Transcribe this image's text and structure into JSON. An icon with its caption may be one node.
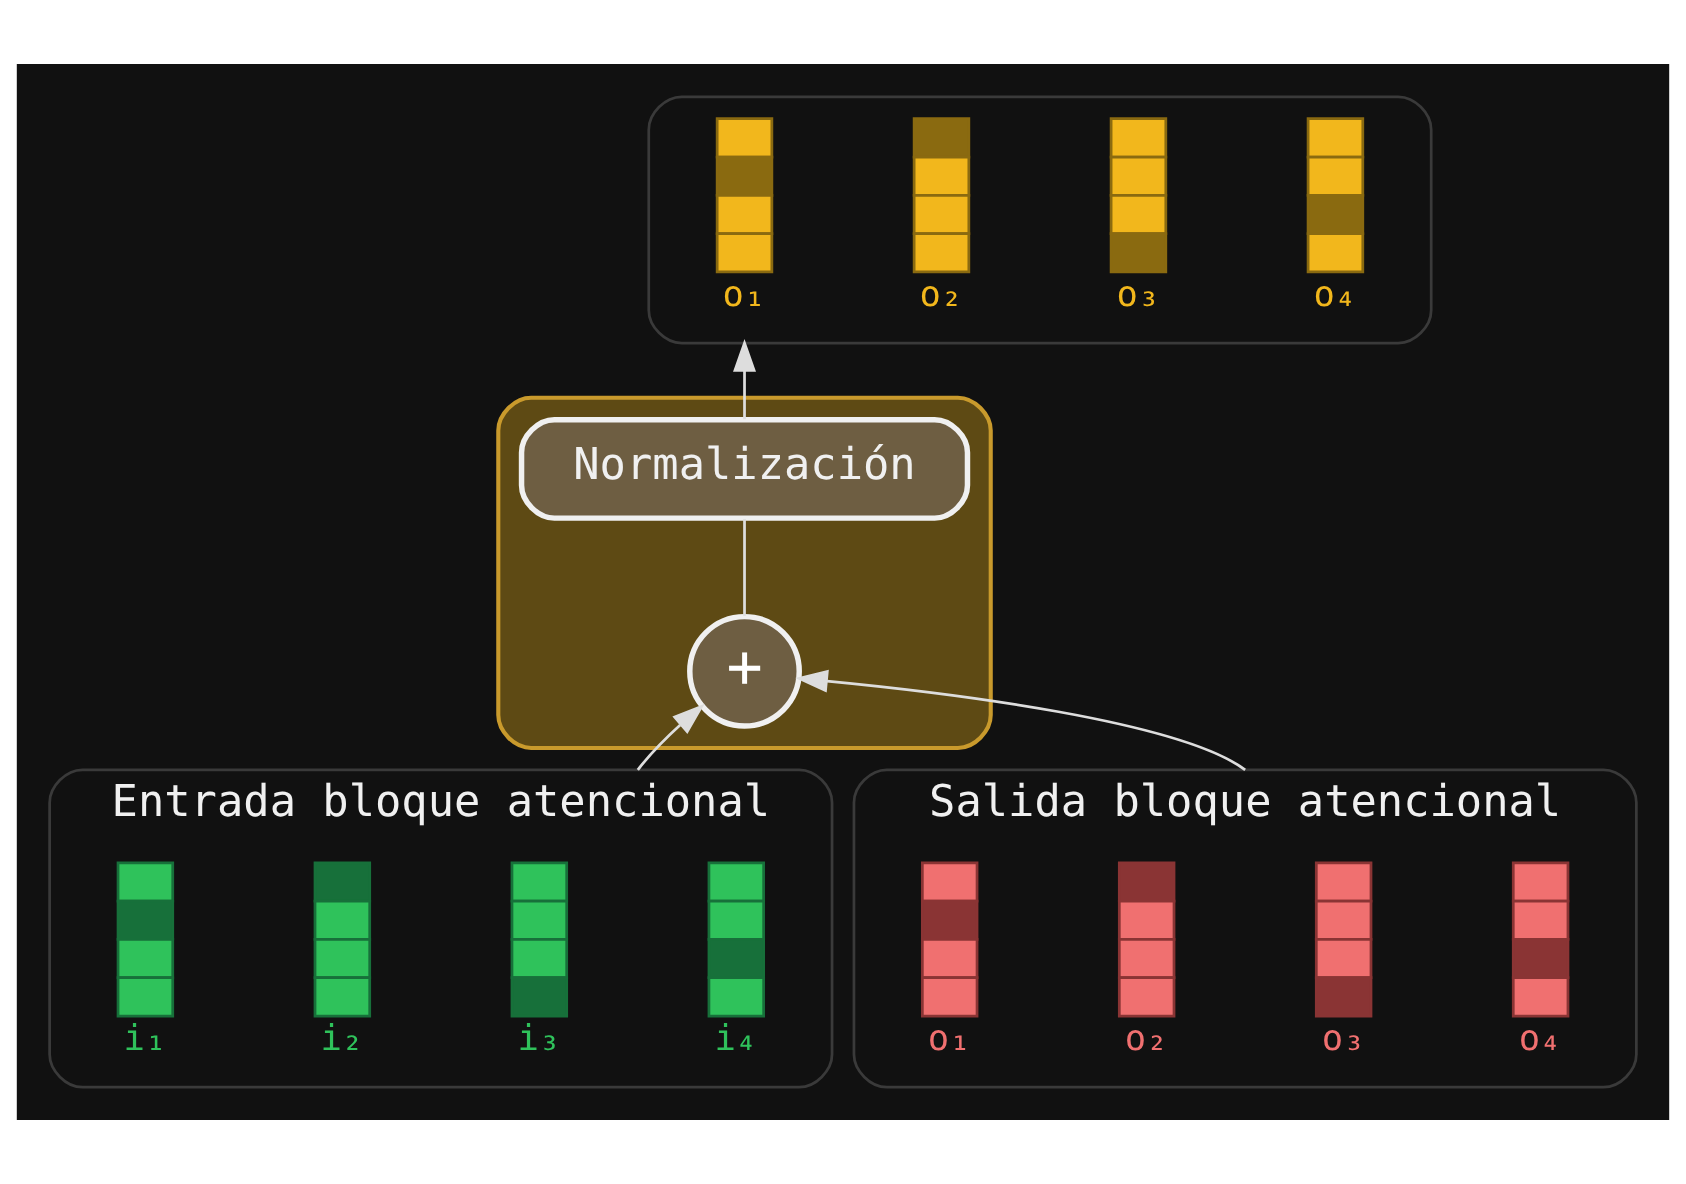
{
  "diagram": {
    "nodes": [
      {
        "text": [],
        "shape": "box"
      },
      {
        "text": [],
        "shape": "bar",
        "in": 0,
        "beside": [
          "o₁"
        ]
      },
      {
        "text": [],
        "shape": "bar",
        "in": 0,
        "beside": [
          "o₂"
        ]
      },
      {
        "text": [],
        "shape": "bar",
        "in": 0,
        "beside": [
          "o₃"
        ]
      },
      {
        "text": [],
        "shape": "bar",
        "in": 0,
        "beside": [
          "o₄"
        ]
      },
      {
        "text": [],
        "shape": "box"
      },
      {
        "text": [
          "Normalización"
        ],
        "in": 5
      },
      {
        "text": [
          "+"
        ],
        "in": 5
      },
      {
        "text": [
          "Entrada bloque atencional"
        ]
      },
      {
        "text": [],
        "shape": "bar",
        "in": 8,
        "beside": [
          "i₁"
        ]
      },
      {
        "text": [],
        "shape": "bar",
        "in": 8,
        "beside": [
          "i₂"
        ]
      },
      {
        "text": [],
        "shape": "bar",
        "in": 8,
        "beside": [
          "i₃"
        ]
      },
      {
        "text": [],
        "shape": "bar",
        "in": 8,
        "beside": [
          "i₄"
        ]
      },
      {
        "text": [
          "Salida bloque atencional"
        ]
      },
      {
        "text": [],
        "shape": "bar",
        "in": 13,
        "beside": [
          "o₁"
        ]
      },
      {
        "text": [],
        "shape": "bar",
        "in": 13,
        "beside": [
          "o₂"
        ]
      },
      {
        "text": [],
        "shape": "bar",
        "in": 13,
        "beside": [
          "o₃"
        ]
      },
      {
        "text": [],
        "shape": "bar",
        "in": 13,
        "beside": [
          "o₄"
        ]
      }
    ],
    "edges": [
      {
        "from": 8,
        "to": 7,
        "arrow": "to"
      },
      {
        "from": 13,
        "to": 7,
        "arrow": "to"
      },
      {
        "from": 7,
        "to": 6,
        "arrow": "none"
      },
      {
        "from": 6,
        "to": 0,
        "arrow": "to"
      }
    ]
  }
}
